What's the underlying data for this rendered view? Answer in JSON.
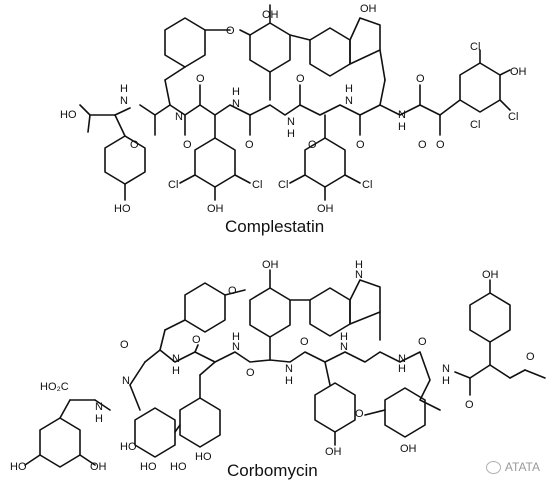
{
  "molecules": [
    {
      "name": "Complestatin",
      "atoms": [
        "HO",
        "N",
        "H",
        "Cl",
        "OH",
        "HO",
        "N",
        "H",
        "N",
        "O",
        "N",
        "H",
        "O",
        "H",
        "N",
        "O",
        "O",
        "H",
        "N",
        "O",
        "O",
        "Cl",
        "Cl",
        "Cl",
        "Cl",
        "Cl",
        "Cl",
        "OH",
        "OH",
        "OH",
        "O",
        "O",
        "O",
        "O",
        "O",
        "OH"
      ]
    },
    {
      "name": "Corbomycin",
      "atoms": [
        "OH",
        "N",
        "H",
        "OH",
        "HO₂C",
        "N",
        "H",
        "HO",
        "HO",
        "HO",
        "HO",
        "HO",
        "OH",
        "O",
        "N",
        "O",
        "N",
        "H",
        "O",
        "N",
        "H",
        "N",
        "H",
        "O",
        "N",
        "H",
        "O",
        "H",
        "N",
        "O",
        "O",
        "OH",
        "OH",
        "O",
        "N",
        "H",
        "O"
      ]
    }
  ],
  "watermark": "ATATA"
}
